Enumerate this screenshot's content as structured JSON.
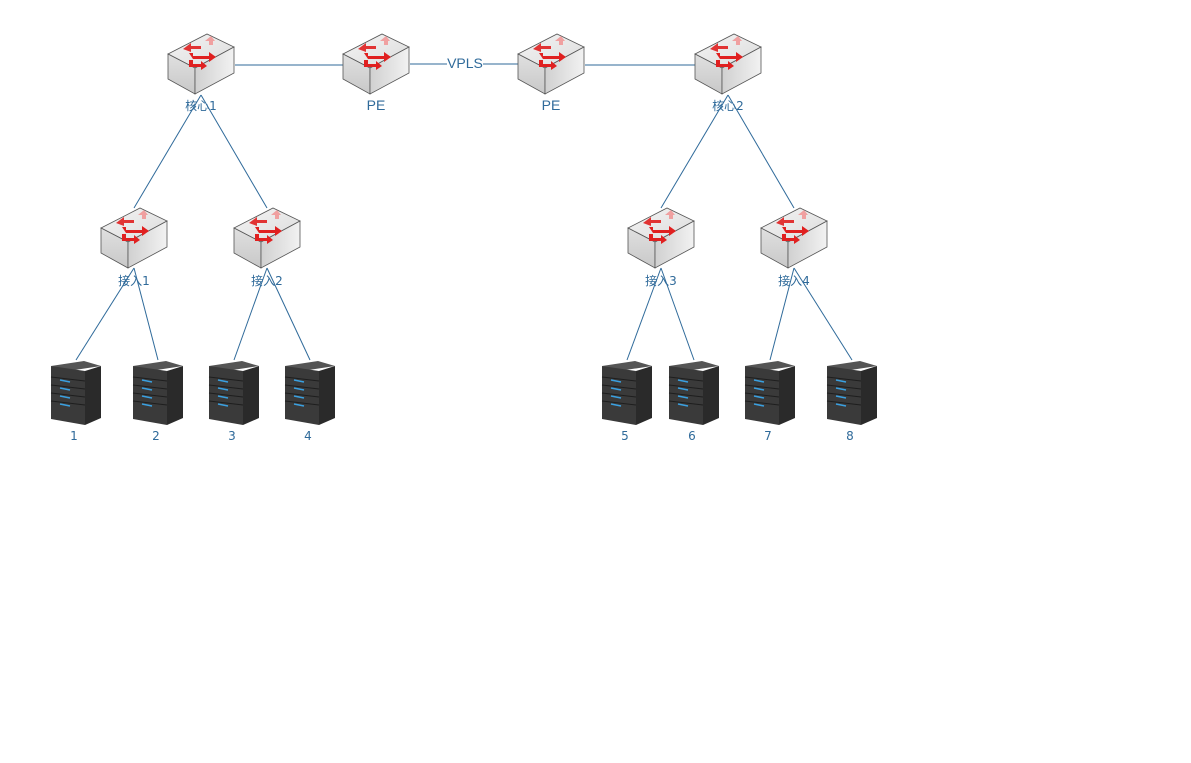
{
  "diagram": {
    "core_switches": [
      {
        "label": "核心1"
      },
      {
        "label": "核心2"
      }
    ],
    "pe_routers": [
      {
        "label": "PE"
      },
      {
        "label": "PE"
      }
    ],
    "vpls_label": "VPLS",
    "access_switches": [
      {
        "label": "接入1"
      },
      {
        "label": "接入2"
      },
      {
        "label": "接入3"
      },
      {
        "label": "接入4"
      }
    ],
    "servers": [
      {
        "label": "1"
      },
      {
        "label": "2"
      },
      {
        "label": "3"
      },
      {
        "label": "4"
      },
      {
        "label": "5"
      },
      {
        "label": "6"
      },
      {
        "label": "7"
      },
      {
        "label": "8"
      }
    ],
    "colors": {
      "link": "#2f6a9a",
      "arrow": "#e02020",
      "server": "#3a3a3a",
      "server_led": "#3aa0e0"
    }
  }
}
